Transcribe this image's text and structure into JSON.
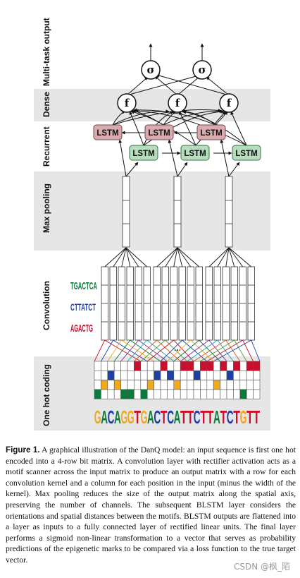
{
  "bands": {
    "multitask": "Multi-task output",
    "dense": "Dense",
    "recurrent": "Recurrent",
    "maxpool": "Max pooling",
    "convolution": "Convolution",
    "onehot": "One hot coding"
  },
  "nodes": {
    "sigmoid": "σ",
    "dense": "f",
    "lstm": "LSTM",
    "ellipsis": "..."
  },
  "sequence": "GACAGGTGACTCATTCTTATCTGTT",
  "motifs": [
    "TGACTCA",
    "CTTATCT",
    "AGACTG"
  ],
  "colors": {
    "band": "#e6e6e6",
    "lstm_pink": "#d9aaae",
    "lstm_green": "#b5dcbc",
    "onehot_red": "#c8102e",
    "onehot_blue": "#1f3fa8",
    "onehot_orange": "#f0a81c",
    "onehot_green": "#0a7b3a"
  },
  "caption": {
    "label": "Figure 1.",
    "text": " A graphical illustration of the DanQ model: an input sequence is first one hot encoded into a 4-row bit matrix. A convolution layer with rectifier activation acts as a motif scanner across the input matrix to produce an output matrix with a row for each convolution kernel and a column for each position in the input (minus the width of the kernel). Max pooling reduces the size of the output matrix along the spatial axis, preserving the number of channels. The subsequent BLSTM layer considers the orientations and spatial distances between the motifs. BLSTM outputs are flattened into a layer as inputs to a fully connected layer of rectified linear units. The final layer performs a sigmoid non-linear transformation to a vector that serves as probability predictions of the epigenetic marks to be compared via a loss function to the true target vector."
  },
  "watermark": "CSDN @枫_陌"
}
